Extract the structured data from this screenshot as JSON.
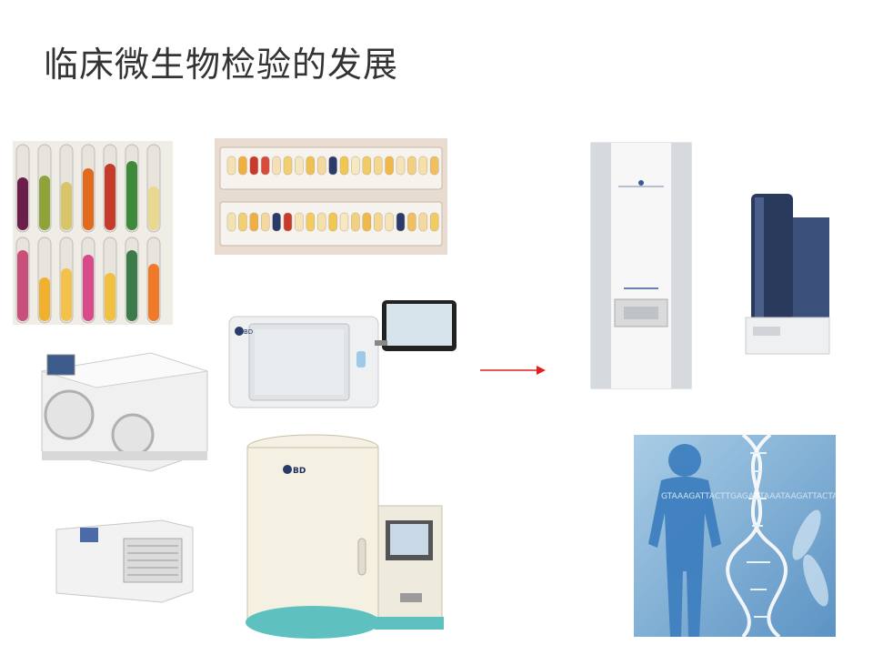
{
  "slide": {
    "title": "临床微生物检验的发展"
  },
  "images": {
    "tubes": {
      "icon": "culture-tubes-image"
    },
    "api_strips": {
      "icon": "biochemical-strips-image"
    },
    "bd_phoenix_m50": {
      "icon": "bd-phoenix-m50-analyzer-image",
      "brand": "BD"
    },
    "bactec_incubator": {
      "icon": "blood-culture-instrument-image"
    },
    "vitek_analyzer": {
      "icon": "vitek-analyzer-image"
    },
    "bd_phoenix_100": {
      "icon": "bd-phoenix-100-image",
      "brand": "BD"
    },
    "maldi_tof": {
      "icon": "maldi-tof-instrument-image"
    },
    "ms_instrument": {
      "icon": "mass-spectrometer-image"
    },
    "dna_human": {
      "icon": "dna-human-figure-image",
      "letters": "GTAAAGATTACTTGAGACTAAATAAGATTACTAGATCGATTGAGACTGATCGAATTC"
    }
  },
  "arrow": {
    "icon": "red-arrow-icon",
    "color": "#e02020"
  },
  "colors": {
    "title": "#333333",
    "dna_bg": "#7fb3d9"
  }
}
